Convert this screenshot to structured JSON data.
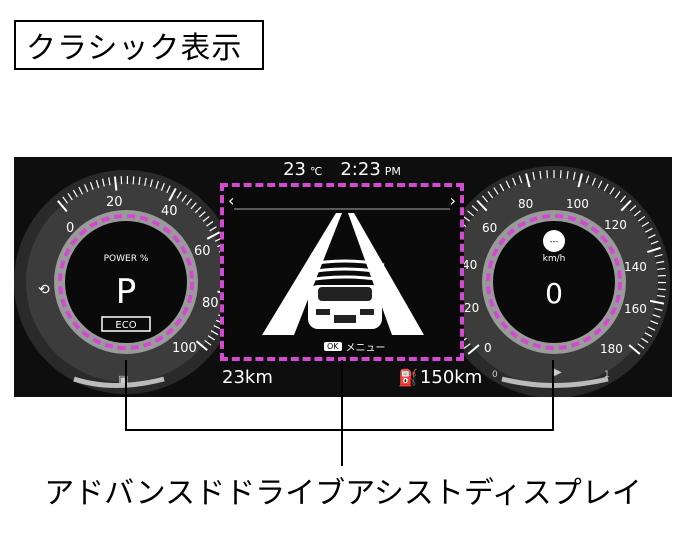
{
  "title": "クラシック表示",
  "status": {
    "temperature": "23",
    "temperature_unit": "℃",
    "time": "2:23",
    "time_suffix": "PM"
  },
  "left_gauge": {
    "ticks": [
      "0",
      "20",
      "40",
      "60",
      "80",
      "100"
    ],
    "label": "POWER %",
    "gear": "P",
    "mode_badge": "ECO"
  },
  "right_gauge": {
    "ticks": [
      "0",
      "20",
      "40",
      "60",
      "80",
      "100",
      "120",
      "140",
      "160",
      "180"
    ],
    "unit": "km/h",
    "speed": "0",
    "indicator": "---"
  },
  "center": {
    "prev_icon": "chevron-left-icon",
    "next_icon": "chevron-right-icon",
    "ok_badge": "OK",
    "ok_label": "メニュー"
  },
  "trip": {
    "distance": "23km",
    "range": "150km",
    "fuel_icon": "fuel-pump-icon"
  },
  "callout": "アドバンスドドライブアシストディスプレイ",
  "colors": {
    "highlight": "#d14ad1",
    "panel": "#0e0e0e",
    "text": "#ffffff"
  }
}
